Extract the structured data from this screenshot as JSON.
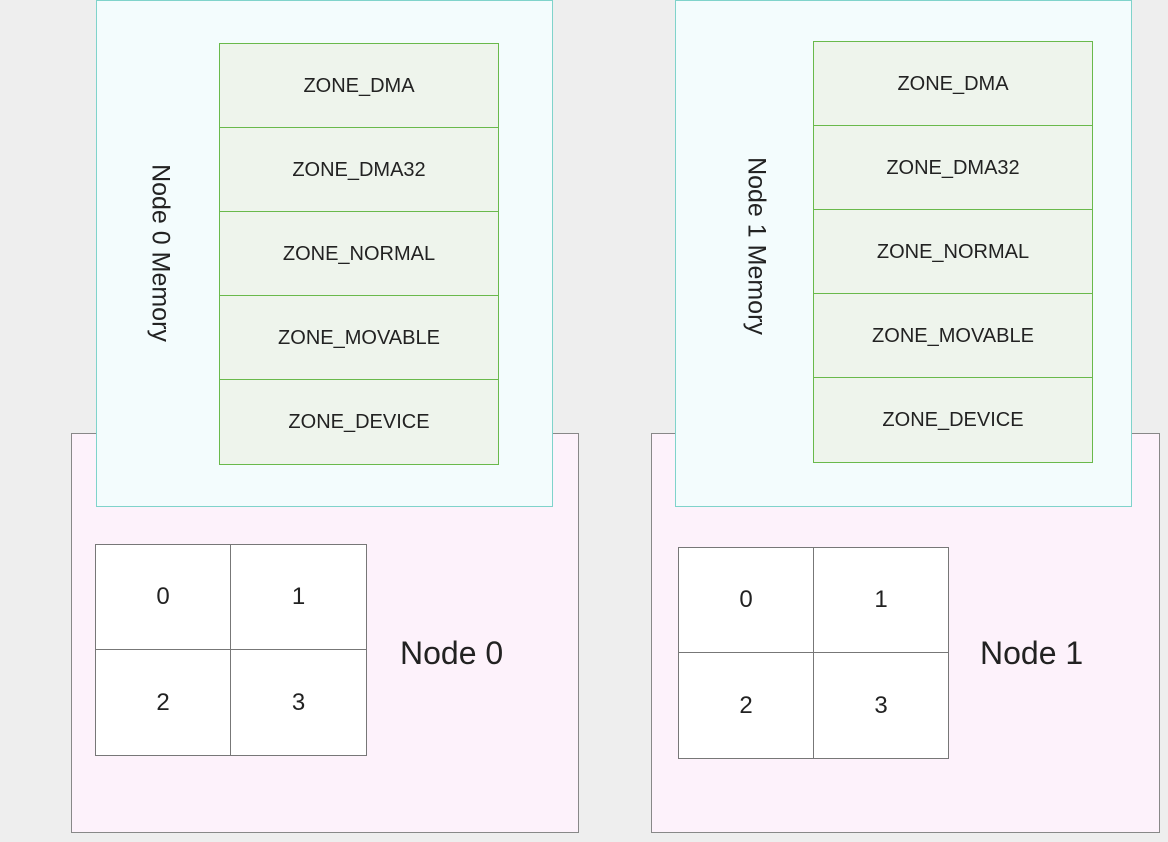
{
  "nodes": [
    {
      "label": "Node 0",
      "memory_label": "Node 0 Memory",
      "zones": [
        "ZONE_DMA",
        "ZONE_DMA32",
        "ZONE_NORMAL",
        "ZONE_MOVABLE",
        "ZONE_DEVICE"
      ],
      "cpus": [
        "0",
        "1",
        "2",
        "3"
      ]
    },
    {
      "label": "Node 1",
      "memory_label": "Node 1 Memory",
      "zones": [
        "ZONE_DMA",
        "ZONE_DMA32",
        "ZONE_NORMAL",
        "ZONE_MOVABLE",
        "ZONE_DEVICE"
      ],
      "cpus": [
        "0",
        "1",
        "2",
        "3"
      ]
    }
  ],
  "colors": {
    "node_fill": "#fdf2fb",
    "memory_fill": "#f3fcfd",
    "memory_border": "#7fd3cb",
    "zone_fill": "#eef4ec",
    "zone_border": "#69b94b"
  }
}
